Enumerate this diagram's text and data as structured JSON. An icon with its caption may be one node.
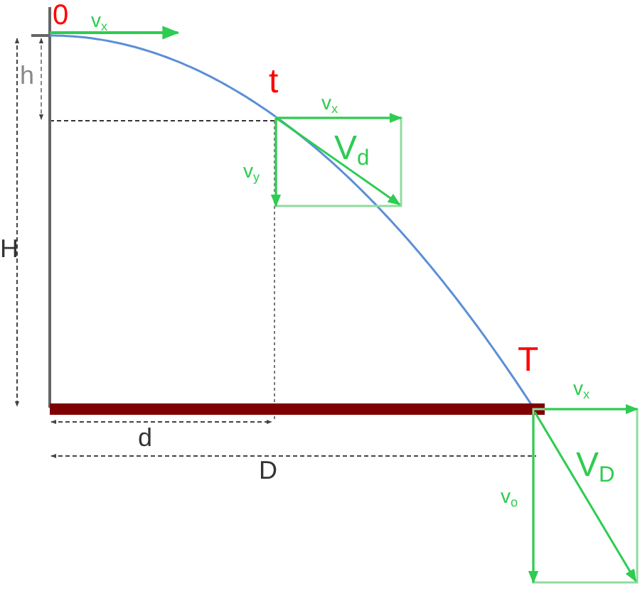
{
  "diagram": {
    "labels": [
      "0",
      "v$_{x}$",
      "h",
      "t",
      "v$_{x}$",
      "V$_{d}$",
      "v$_{y}$",
      "H",
      "T",
      "v$_{x}$",
      "d",
      "V$_{D}$",
      "v$_{o}$",
      "D"
    ]
  }
}
